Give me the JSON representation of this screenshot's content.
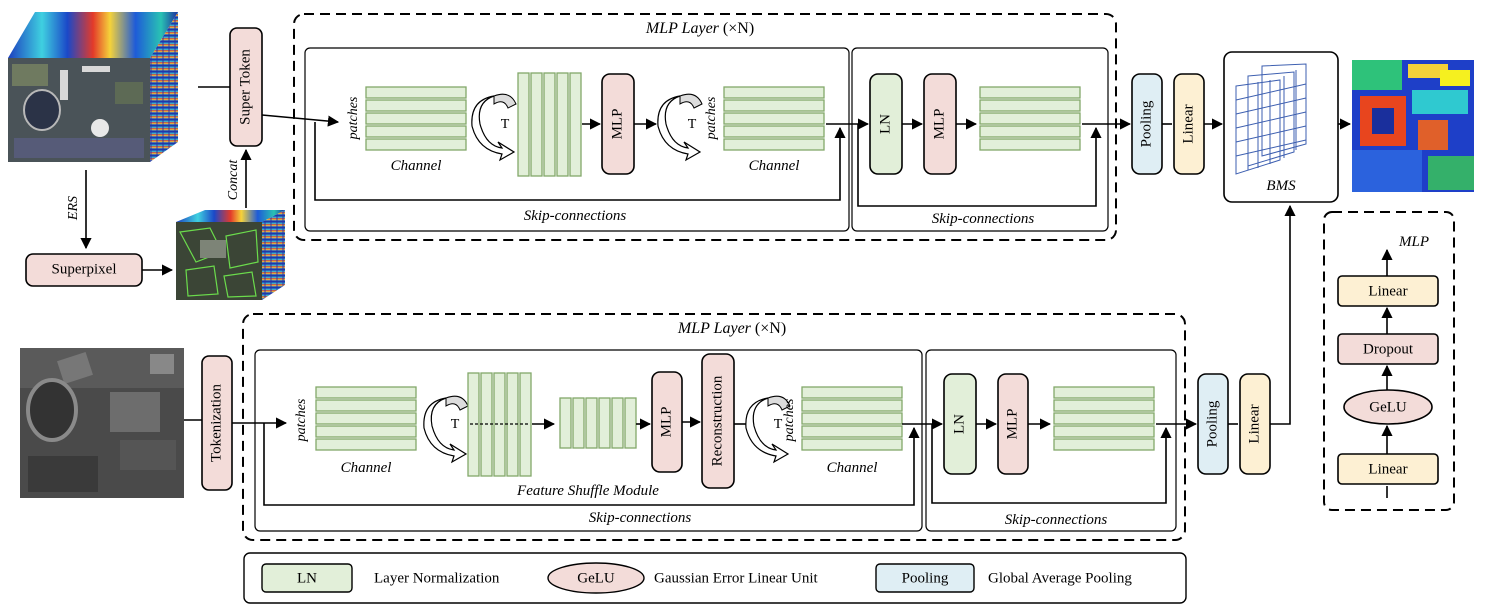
{
  "top_branch": {
    "super_token": "Super Token",
    "concat": "Concat",
    "ers": "ERS",
    "superpixel": "Superpixel",
    "mlp_layer_title_italic": "MLP Layer",
    "mlp_layer_title_suffix": "(×N)",
    "patches_1": "patches",
    "channel_1": "Channel",
    "transpose_1": "T",
    "mlp_block": "MLP",
    "transpose_2": "T",
    "patches_2": "patches",
    "channel_2": "Channel",
    "skip_1": "Skip-connections",
    "ln": "LN",
    "mlp_block_2": "MLP",
    "skip_2": "Skip-connections",
    "pooling": "Pooling",
    "linear": "Linear",
    "bms": "BMS"
  },
  "bottom_branch": {
    "tokenization": "Tokenization",
    "mlp_layer_title_italic": "MLP Layer",
    "mlp_layer_title_suffix": "(×N)",
    "patches_1": "patches",
    "channel_1": "Channel",
    "transpose_1": "T",
    "mlp_block": "MLP",
    "reconstruction": "Reconstruction",
    "feature_shuffle": "Feature Shuffle Module",
    "transpose_2": "T",
    "patches_2": "patches",
    "channel_2": "Channel",
    "skip_1": "Skip-connections",
    "ln": "LN",
    "mlp_block_2": "MLP",
    "skip_2": "Skip-connections",
    "pooling": "Pooling",
    "linear": "Linear"
  },
  "mlp_detail": {
    "title": "MLP",
    "linear_top": "Linear",
    "dropout": "Dropout",
    "gelu": "GeLU",
    "linear_bottom": "Linear"
  },
  "legend": {
    "ln_key": "LN",
    "ln_desc": "Layer Normalization",
    "gelu_key": "GeLU",
    "gelu_desc": "Gaussian Error Linear Unit",
    "pooling_key": "Pooling",
    "pooling_desc": "Global Average Pooling"
  },
  "colors": {
    "pink": "#f3dcd9",
    "green": "#e2efd9",
    "green_stroke": "#82a86a",
    "yellow": "#fdf0d3",
    "blue": "#dfeef4"
  }
}
